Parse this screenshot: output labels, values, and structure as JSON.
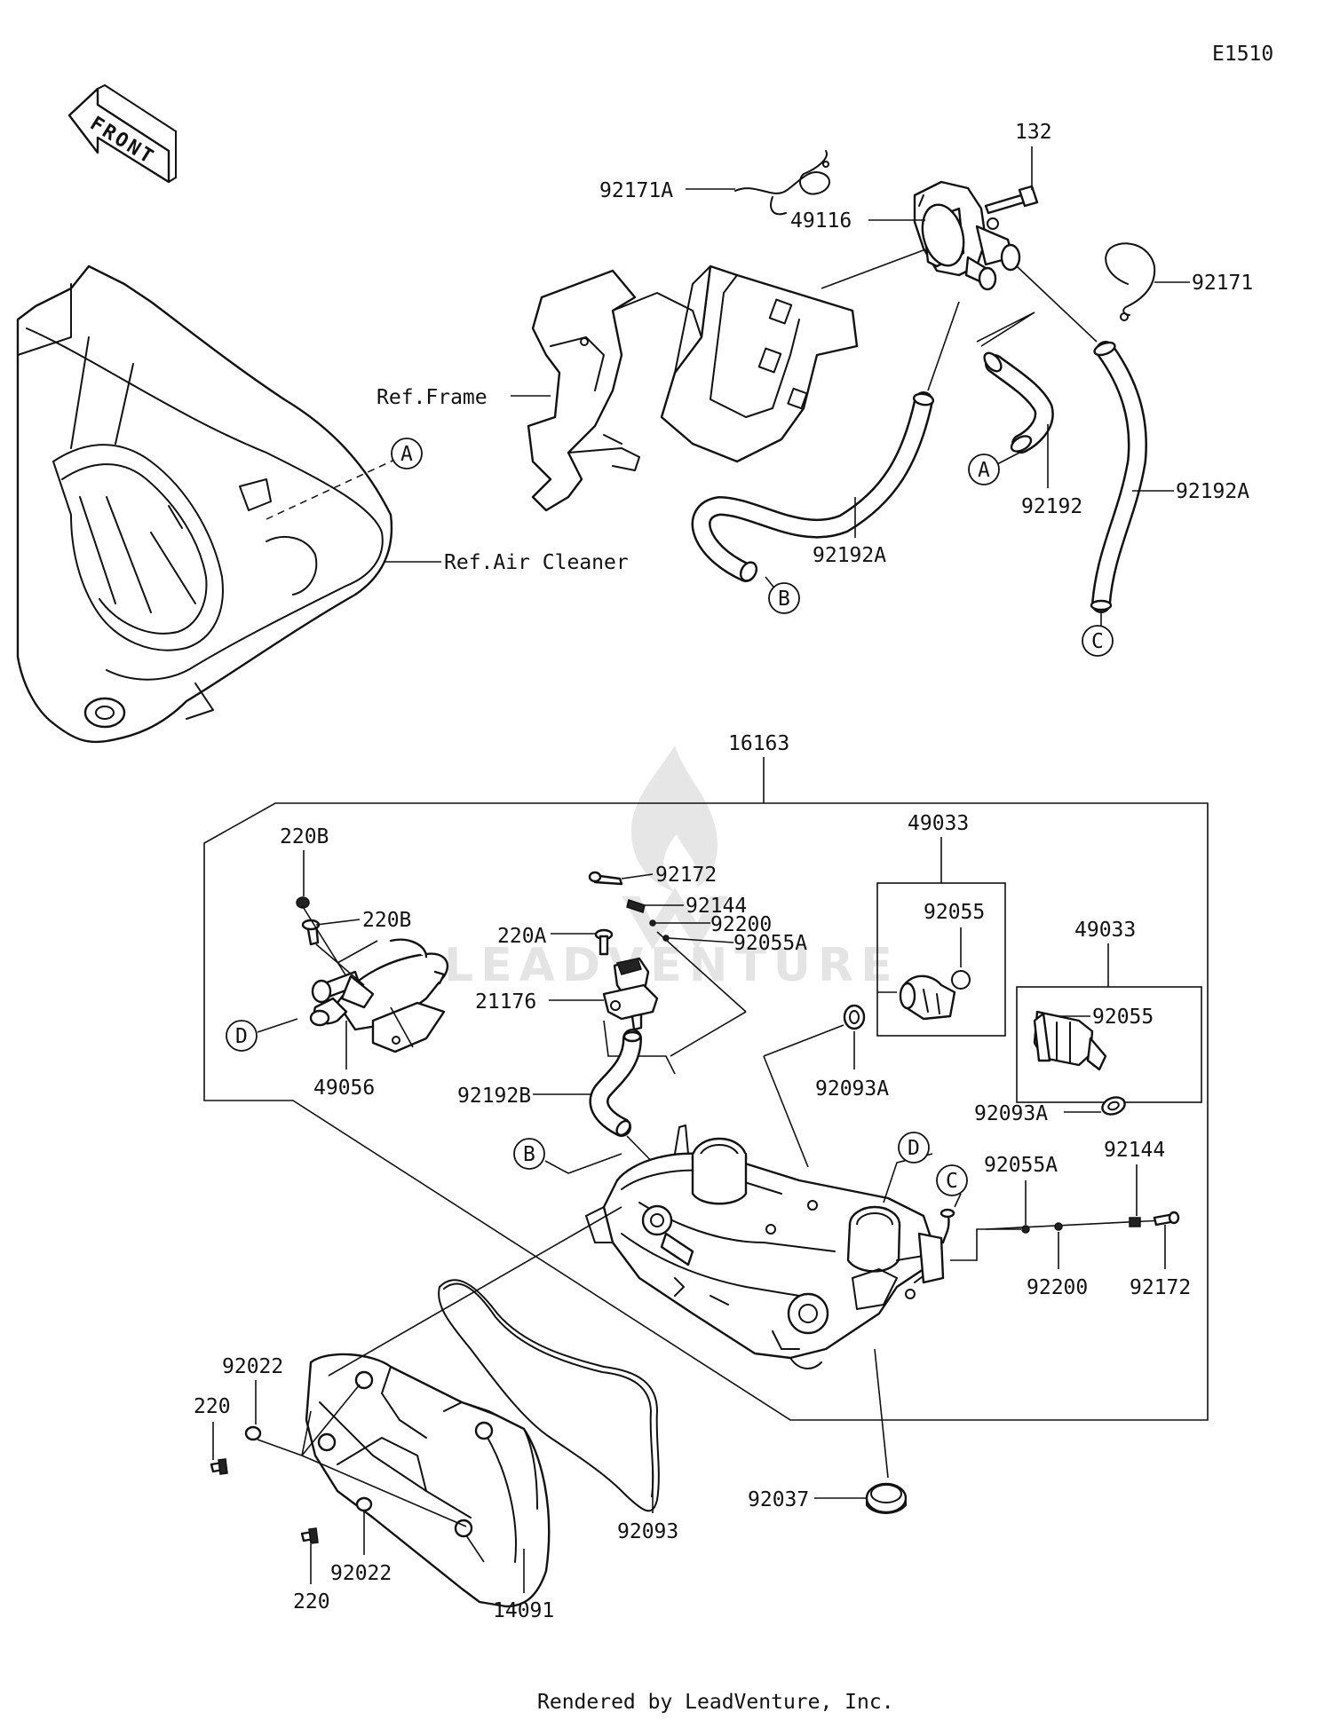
{
  "diagram_code": "E1510",
  "front_label": "FRONT",
  "watermark_text": "LEADVENTURE",
  "footer": "Rendered by LeadVenture, Inc.",
  "refs": {
    "frame": "Ref.Frame",
    "air_cleaner": "Ref.Air Cleaner"
  },
  "callouts": {
    "a": "A",
    "b": "B",
    "c": "C",
    "d": "D"
  },
  "part_numbers": {
    "p132": "132",
    "p92171a": "92171A",
    "p49116": "49116",
    "p92171": "92171",
    "p92192": "92192",
    "p92192a_left": "92192A",
    "p92192a_right": "92192A",
    "p16163": "16163",
    "p49033_left": "49033",
    "p49033_right": "49033",
    "p220b_top": "220B",
    "p220b_mid": "220B",
    "p92172_top": "92172",
    "p92144_top": "92144",
    "p92200_top": "92200",
    "p220a": "220A",
    "p92055a_top": "92055A",
    "p92055_left": "92055",
    "p92055_right": "92055",
    "p21176": "21176",
    "p49056": "49056",
    "p92192b": "92192B",
    "p92093a_left": "92093A",
    "p92093a_right": "92093A",
    "p92055a_right": "92055A",
    "p92144_right": "92144",
    "p92200_right": "92200",
    "p92172_right": "92172",
    "p92022_top": "92022",
    "p220_top": "220",
    "p92022_bottom": "92022",
    "p220_bottom": "220",
    "p14091": "14091",
    "p92093": "92093",
    "p92037": "92037"
  }
}
